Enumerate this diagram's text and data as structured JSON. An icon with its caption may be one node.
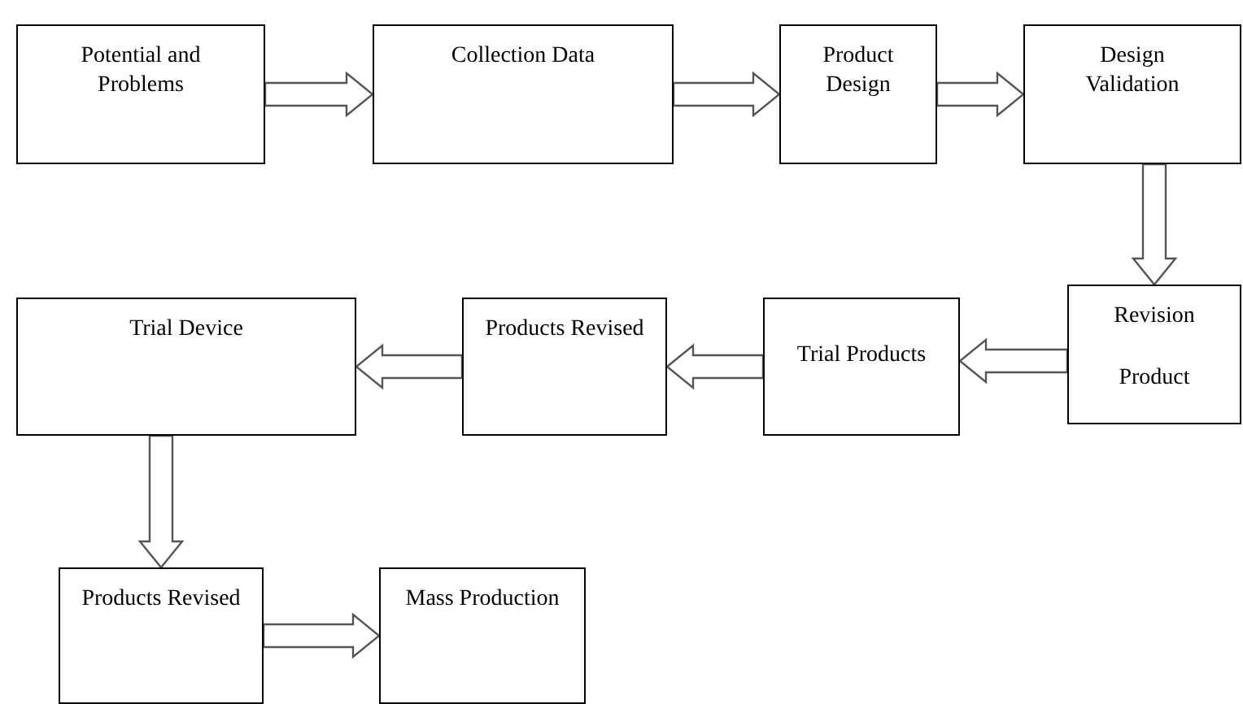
{
  "diagram": {
    "nodes": [
      {
        "text": [
          "Potential and Problems"
        ]
      },
      {
        "text": [
          "Collection Data"
        ]
      },
      {
        "text": [
          "Product Design"
        ]
      },
      {
        "text": [
          "Design Validation"
        ]
      },
      {
        "text": [
          "Revision",
          "Product"
        ]
      },
      {
        "text": [
          "Trial Products"
        ]
      },
      {
        "text": [
          "Products Revised"
        ]
      },
      {
        "text": [
          "Trial Device"
        ]
      },
      {
        "text": [
          "Products Revised"
        ]
      },
      {
        "text": [
          "Mass Production"
        ]
      }
    ],
    "edges": [
      {
        "from": 0,
        "to": 1,
        "arrow": "to"
      },
      {
        "from": 1,
        "to": 2,
        "arrow": "to"
      },
      {
        "from": 2,
        "to": 3,
        "arrow": "to"
      },
      {
        "from": 3,
        "to": 4,
        "arrow": "to"
      },
      {
        "from": 4,
        "to": 5,
        "arrow": "to"
      },
      {
        "from": 5,
        "to": 6,
        "arrow": "to"
      },
      {
        "from": 6,
        "to": 7,
        "arrow": "to"
      },
      {
        "from": 7,
        "to": 8,
        "arrow": "to"
      },
      {
        "from": 8,
        "to": 9,
        "arrow": "to"
      }
    ]
  }
}
